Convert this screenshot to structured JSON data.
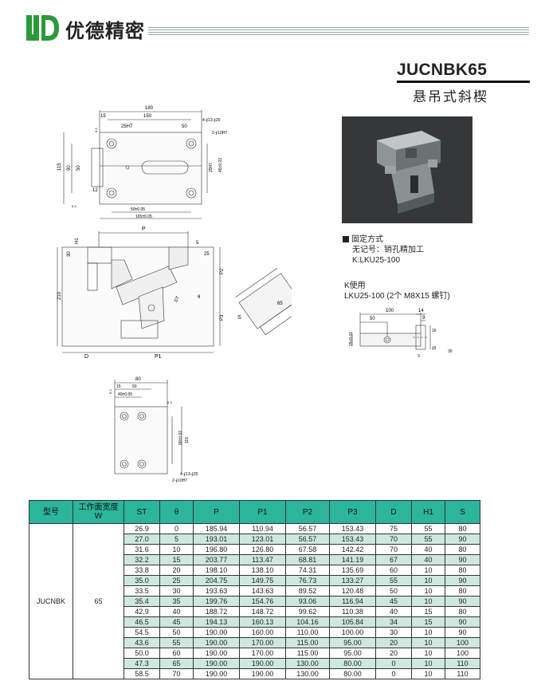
{
  "header": {
    "brand": "优德精密",
    "model": "JUCNBK65",
    "subtitle": "悬吊式斜楔"
  },
  "notes": {
    "fix_title": "固定方式",
    "fix_line1": "无记号：销孔精加工",
    "fix_line2": "K:LKU25-100",
    "k_title": "K使用",
    "k_line": "LKU25-100 (2个 M8X15 螺钉)"
  },
  "drawing_top": {
    "d180": "180",
    "d150": "150",
    "d15": "15",
    "d25h7": "25H7",
    "d50": "50",
    "hole1": "4-∮13-∮20",
    "hole2": "2-∮10H7",
    "d115": "115",
    "d90": "90",
    "d50v": "50",
    "d12": "12",
    "d25h7v": "25H7",
    "d45": "45±0.02",
    "d50b": "50±0.05",
    "d165": "165±0.05",
    "r63a": "6.3",
    "r63b": "6.3"
  },
  "drawing_side": {
    "P": "P",
    "H1": "H1",
    "d30": "30",
    "d5": "5",
    "d25": "25",
    "P2": "P2",
    "d210": "210",
    "P3": "P3",
    "D": "D",
    "P1": "P1",
    "ST": "ST",
    "theta": "θ",
    "S": "S",
    "d65": "65"
  },
  "drawing_bottom": {
    "d80": "80",
    "d15": "15",
    "d50": "50",
    "d40": "40±0.05",
    "r63": "6.3",
    "r63b": "6.3",
    "d90": "90±0.02",
    "d115": "115",
    "hole1": "4-∮13-∮20",
    "hole2": "2-∮10H7"
  },
  "key_drawing": {
    "d100": "100",
    "d50": "50",
    "d14": "14",
    "d9": "9",
    "d25": "25±0.01",
    "d16": "16",
    "d16b": "∮16",
    "d8": "∮9",
    "d3": "3",
    "d30": "30"
  },
  "table": {
    "headers": [
      "型号",
      "工作面宽度\nW",
      "ST",
      "θ",
      "P",
      "P1",
      "P2",
      "P3",
      "D",
      "H1",
      "S"
    ],
    "model": "JUCNBK",
    "width": "65",
    "rows": [
      [
        "26.9",
        "0",
        "185.94",
        "110.94",
        "56.57",
        "153.43",
        "75",
        "55",
        "80"
      ],
      [
        "27.0",
        "5",
        "193.01",
        "123.01",
        "56.57",
        "153.43",
        "70",
        "55",
        "90"
      ],
      [
        "31.6",
        "10",
        "196.80",
        "126.80",
        "67.58",
        "142.42",
        "70",
        "40",
        "80"
      ],
      [
        "32.2",
        "15",
        "203.77",
        "113.47",
        "68.81",
        "141.19",
        "67",
        "40",
        "90"
      ],
      [
        "33.8",
        "20",
        "198.10",
        "138.10",
        "74.31",
        "135.69",
        "60",
        "10",
        "80"
      ],
      [
        "35.0",
        "25",
        "204.75",
        "149.75",
        "76.73",
        "133.27",
        "55",
        "10",
        "90"
      ],
      [
        "33.5",
        "30",
        "193.63",
        "143.63",
        "89.52",
        "120.48",
        "50",
        "10",
        "80"
      ],
      [
        "35.4",
        "35",
        "199.76",
        "154.76",
        "93.06",
        "116.94",
        "45",
        "10",
        "90"
      ],
      [
        "42.9",
        "40",
        "188.72",
        "148.72",
        "99.62",
        "110.38",
        "40",
        "15",
        "80"
      ],
      [
        "46.5",
        "45",
        "194.13",
        "160.13",
        "104.16",
        "105.84",
        "34",
        "15",
        "90"
      ],
      [
        "54.5",
        "50",
        "190.00",
        "160.00",
        "110.00",
        "100.00",
        "30",
        "10",
        "90"
      ],
      [
        "43.6",
        "55",
        "190.00",
        "170.00",
        "115.00",
        "95.00",
        "20",
        "10",
        "100"
      ],
      [
        "50.0",
        "60",
        "190.00",
        "170.00",
        "115.00",
        "95.00",
        "20",
        "10",
        "100"
      ],
      [
        "47.3",
        "65",
        "190.00",
        "190.00",
        "130.00",
        "80.00",
        "0",
        "10",
        "110"
      ],
      [
        "58.5",
        "70",
        "190.00",
        "190.00",
        "130.00",
        "80.00",
        "0",
        "10",
        "110"
      ]
    ]
  },
  "colors": {
    "header_bg": "#2bb59a",
    "row_alt": "#cfe8df",
    "logo_green": "#2a9a3a"
  }
}
